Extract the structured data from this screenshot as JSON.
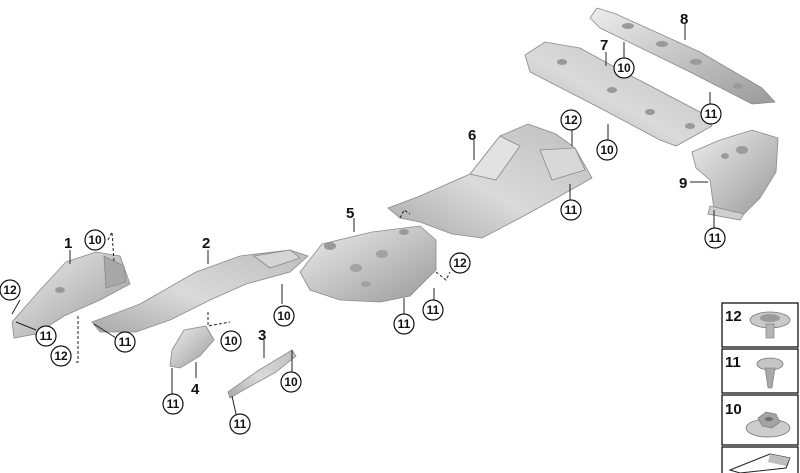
{
  "parts": {
    "p1": "1",
    "p2": "2",
    "p3": "3",
    "p4": "4",
    "p5": "5",
    "p6": "6",
    "p7": "7",
    "p8": "8",
    "p9": "9"
  },
  "callouts": {
    "c_10": "10",
    "c_11": "11",
    "c_12": "12"
  },
  "legend": {
    "item12": "12",
    "item11": "11",
    "item10": "10"
  },
  "colors": {
    "metal_light": "#e6e6e6",
    "metal_mid": "#b9b9b9",
    "metal_dark": "#8f8f8f",
    "line": "#111111"
  }
}
